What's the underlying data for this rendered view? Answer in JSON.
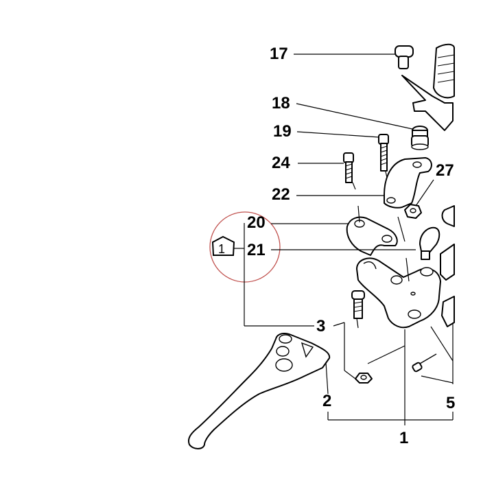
{
  "diagram": {
    "callout_labels": {
      "p17": "17",
      "p18": "18",
      "p19": "19",
      "p24": "24",
      "p27": "27",
      "p22": "22",
      "p20": "20",
      "p21": "21",
      "p3": "3",
      "p2": "2",
      "p1": "1",
      "p5": "5"
    },
    "note_badge": "1",
    "colors": {
      "line": "#000000",
      "highlight_circle": "#c0504d",
      "background": "#ffffff"
    }
  }
}
